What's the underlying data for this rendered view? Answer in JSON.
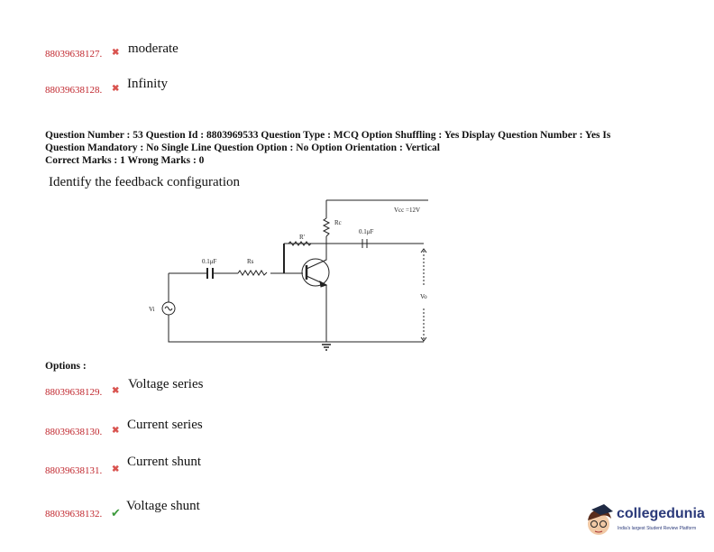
{
  "previous_options": [
    {
      "id": "88039638127.",
      "text": "moderate",
      "status": "wrong"
    },
    {
      "id": "88039638128.",
      "text": "Infinity",
      "status": "wrong"
    }
  ],
  "question": {
    "meta_line1": "Question Number : 53 Question Id : 8803969533 Question Type : MCQ Option Shuffling : Yes Display Question Number : Yes Is",
    "meta_line2": "Question Mandatory : No Single Line Question Option : No Option Orientation : Vertical",
    "marks": "Correct Marks : 1 Wrong Marks : 0",
    "text": "Identify the feedback configuration"
  },
  "circuit": {
    "vcc": "Vcc =12V",
    "rc": "Rc",
    "rf": "R'",
    "c_out": "0.1μF",
    "c_in": "0.1μF",
    "rs": "Rs",
    "vi": "Vi",
    "vo": "Vo"
  },
  "options_label": "Options :",
  "options": [
    {
      "id": "88039638129.",
      "text": "Voltage series",
      "status": "wrong"
    },
    {
      "id": "88039638130.",
      "text": "Current series",
      "status": "wrong"
    },
    {
      "id": "88039638131.",
      "text": "Current shunt",
      "status": "wrong"
    },
    {
      "id": "88039638132.",
      "text": "Voltage shunt",
      "status": "correct"
    }
  ],
  "icons": {
    "wrong": "✖",
    "correct": "✔"
  },
  "logo": {
    "name": "collegedunia",
    "tagline": "India's largest Student Review Platform"
  }
}
